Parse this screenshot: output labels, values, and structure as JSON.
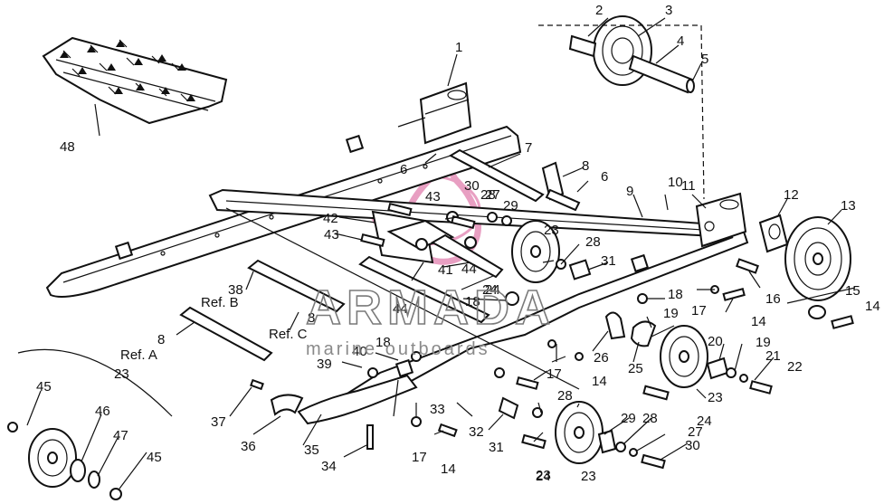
{
  "watermark": {
    "brand": "ARMADA",
    "tagline": "marine outboards",
    "color": "#e58fb8"
  },
  "references": {
    "ref_a": "Ref. A",
    "ref_b": "Ref. B",
    "ref_c": "Ref. C"
  },
  "callouts": [
    "1",
    "2",
    "3",
    "4",
    "5",
    "6",
    "6",
    "7",
    "8",
    "8",
    "8",
    "9",
    "10",
    "11",
    "12",
    "13",
    "14",
    "14",
    "14",
    "14",
    "15",
    "16",
    "17",
    "17",
    "17",
    "18",
    "18",
    "18",
    "19",
    "19",
    "20",
    "21",
    "22",
    "23",
    "23",
    "23",
    "23",
    "23",
    "24",
    "24",
    "24",
    "24",
    "25",
    "26",
    "27",
    "27",
    "28",
    "28",
    "28",
    "28",
    "29",
    "29",
    "30",
    "30",
    "31",
    "31",
    "32",
    "33",
    "34",
    "35",
    "36",
    "37",
    "38",
    "39",
    "40",
    "41",
    "42",
    "43",
    "43",
    "44",
    "44",
    "45",
    "45",
    "46",
    "47",
    "48"
  ]
}
